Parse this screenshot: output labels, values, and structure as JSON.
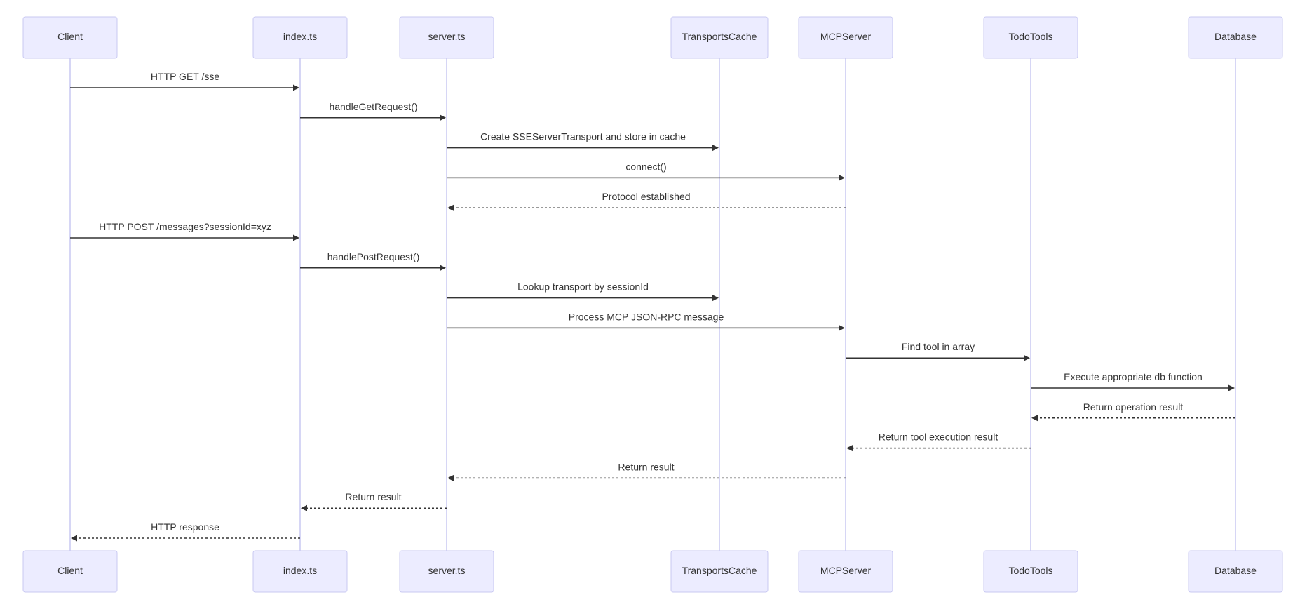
{
  "participants": [
    {
      "id": "client",
      "label": "Client"
    },
    {
      "id": "index",
      "label": "index.ts"
    },
    {
      "id": "server",
      "label": "server.ts"
    },
    {
      "id": "transportscache",
      "label": "TransportsCache"
    },
    {
      "id": "mcpserver",
      "label": "MCPServer"
    },
    {
      "id": "todotools",
      "label": "TodoTools"
    },
    {
      "id": "database",
      "label": "Database"
    }
  ],
  "messages": [
    {
      "from": "client",
      "to": "index",
      "text": "HTTP GET /sse",
      "style": "solid"
    },
    {
      "from": "index",
      "to": "server",
      "text": "handleGetRequest()",
      "style": "solid"
    },
    {
      "from": "server",
      "to": "transportscache",
      "text": "Create SSEServerTransport and store in cache",
      "style": "solid"
    },
    {
      "from": "server",
      "to": "mcpserver",
      "text": "connect()",
      "style": "solid"
    },
    {
      "from": "mcpserver",
      "to": "server",
      "text": "Protocol established",
      "style": "dotted"
    },
    {
      "from": "client",
      "to": "index",
      "text": "HTTP POST /messages?sessionId=xyz",
      "style": "solid"
    },
    {
      "from": "index",
      "to": "server",
      "text": "handlePostRequest()",
      "style": "solid"
    },
    {
      "from": "server",
      "to": "transportscache",
      "text": "Lookup transport by sessionId",
      "style": "solid"
    },
    {
      "from": "server",
      "to": "mcpserver",
      "text": "Process MCP JSON-RPC message",
      "style": "solid"
    },
    {
      "from": "mcpserver",
      "to": "todotools",
      "text": "Find tool in array",
      "style": "solid"
    },
    {
      "from": "todotools",
      "to": "database",
      "text": "Execute appropriate db function",
      "style": "solid"
    },
    {
      "from": "database",
      "to": "todotools",
      "text": "Return operation result",
      "style": "dotted"
    },
    {
      "from": "todotools",
      "to": "mcpserver",
      "text": "Return tool execution result",
      "style": "dotted"
    },
    {
      "from": "mcpserver",
      "to": "server",
      "text": "Return result",
      "style": "dotted"
    },
    {
      "from": "server",
      "to": "index",
      "text": "Return result",
      "style": "dotted"
    },
    {
      "from": "index",
      "to": "client",
      "text": "HTTP response",
      "style": "dotted"
    }
  ],
  "colors": {
    "actor_fill": "#ECECFF",
    "actor_border": "#C9C9F2",
    "lifeline": "#C9C9F2",
    "text": "#333333",
    "arrow": "#333333"
  }
}
